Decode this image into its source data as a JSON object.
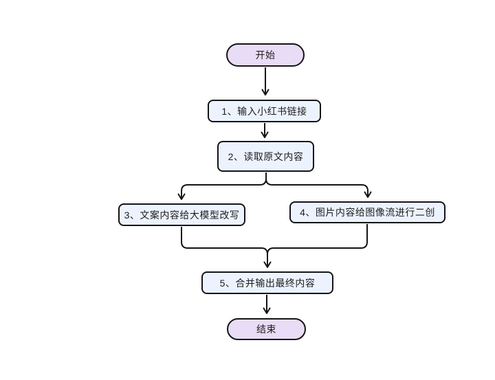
{
  "diagram": {
    "type": "flowchart",
    "background": "#ffffff",
    "colors": {
      "terminal_fill": "#e8dcf6",
      "process_fill": "#ecf3fe",
      "stroke": "#141414",
      "text": "#1c1c1c"
    },
    "nodes": [
      {
        "id": "start",
        "type": "terminal",
        "label": "开始"
      },
      {
        "id": "step1",
        "type": "process",
        "label": "1、输入小红书链接"
      },
      {
        "id": "step2",
        "type": "process",
        "label": "2、读取原文内容"
      },
      {
        "id": "step3",
        "type": "process",
        "label": "3、文案内容给大模型改写"
      },
      {
        "id": "step4",
        "type": "process",
        "label": "4、图片内容给图像流进行二创"
      },
      {
        "id": "step5",
        "type": "process",
        "label": "5、合并输出最终内容"
      },
      {
        "id": "end",
        "type": "terminal",
        "label": "结束"
      }
    ],
    "edges": [
      {
        "from": "start",
        "to": "step1"
      },
      {
        "from": "step1",
        "to": "step2"
      },
      {
        "from": "step2",
        "to": "step3"
      },
      {
        "from": "step2",
        "to": "step4"
      },
      {
        "from": "step3",
        "to": "step5"
      },
      {
        "from": "step4",
        "to": "step5"
      },
      {
        "from": "step5",
        "to": "end"
      }
    ]
  }
}
